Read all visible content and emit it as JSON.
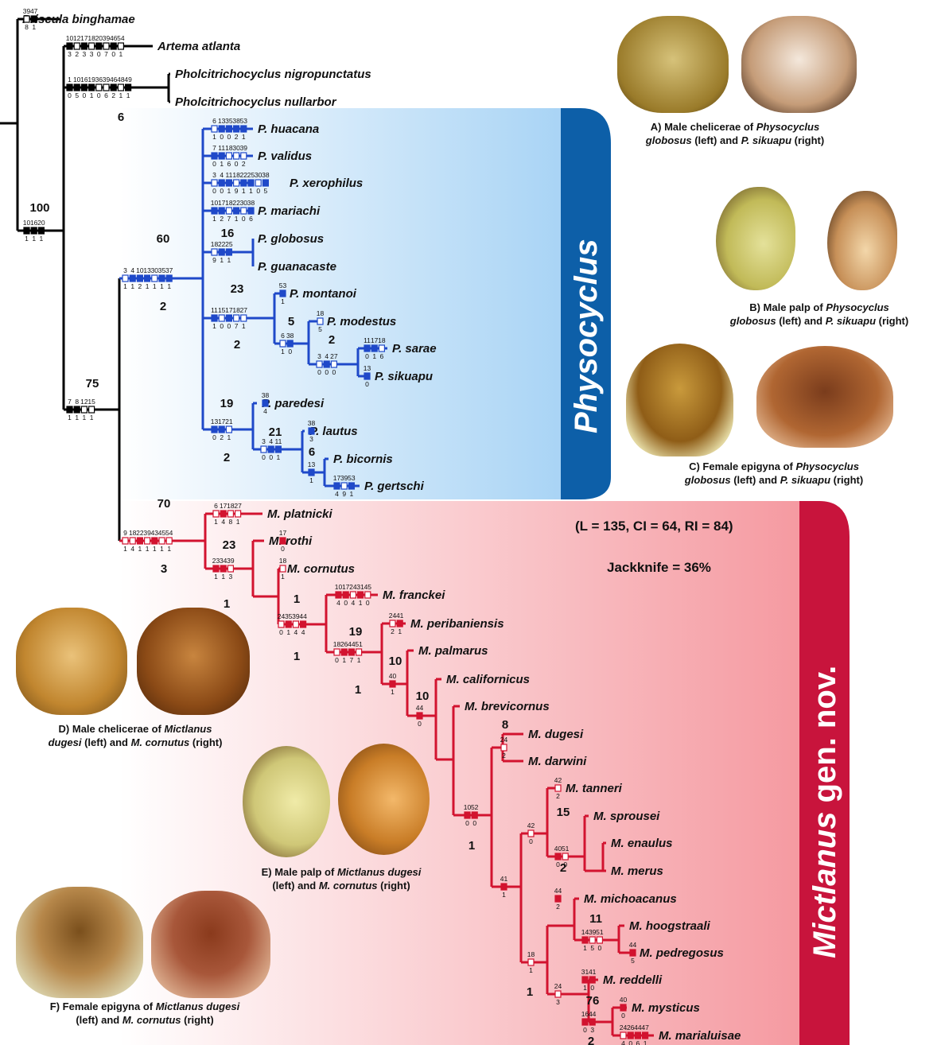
{
  "clades": {
    "physocyclus": {
      "genus": "Physocyclus",
      "suffix": ""
    },
    "mictlanus": {
      "genus": "Mictlanus",
      "suffix": " gen. nov."
    }
  },
  "stats": {
    "tree": "(L = 135, CI = 64, RI = 84)",
    "jackknife": "Jackknife = 36%"
  },
  "captions": {
    "a": {
      "l1_pre": "A) Male chelicerae of ",
      "l1_it": "Physocyclus",
      "l2_it1": "globosus",
      "l2_mid": " (left) and ",
      "l2_it2": "P. sikuapu",
      "l2_post": " (right)"
    },
    "b": {
      "l1_pre": "B) Male palp of ",
      "l1_it": "Physocyclus",
      "l2_it1": "globosus",
      "l2_mid": " (left) and ",
      "l2_it2": "P. sikuapu",
      "l2_post": " (right)"
    },
    "c": {
      "l1_pre": "C) Female epigyna of ",
      "l1_it": "Physocyclus",
      "l2_it1": "globosus",
      "l2_mid": " (left) and ",
      "l2_it2": "P. sikuapu",
      "l2_post": " (right)"
    },
    "d": {
      "l1_pre": "D) Male chelicerae of ",
      "l1_it": "Mictlanus",
      "l2_it1": "dugesi",
      "l2_mid": " (left) and ",
      "l2_it2": "M. cornutus",
      "l2_post": " (right)"
    },
    "e": {
      "l1_pre": "E) Male palp of ",
      "l1_it": "Mictlanus dugesi",
      "l2_it1": "",
      "l2_mid": "(left) and ",
      "l2_it2": "M. cornutus",
      "l2_post": " (right)"
    },
    "f": {
      "l1_pre": "F) Female epigyna of ",
      "l1_it": "Mictlanus dugesi",
      "l2_it1": "",
      "l2_mid": "(left) and ",
      "l2_it2": "M. cornutus",
      "l2_post": " (right)"
    }
  },
  "taxa": [
    {
      "name": "Priscula binghamae",
      "group": "out"
    },
    {
      "name": "Artema atlanta",
      "group": "out"
    },
    {
      "name": "Pholcitrichocyclus nigropunctatus",
      "group": "out"
    },
    {
      "name": "Pholcitrichocyclus nullarbor",
      "group": "out"
    },
    {
      "name": "P. huacana",
      "group": "phy"
    },
    {
      "name": "P. validus",
      "group": "phy"
    },
    {
      "name": "P. xerophilus",
      "group": "phy"
    },
    {
      "name": "P. mariachi",
      "group": "phy"
    },
    {
      "name": "P. globosus",
      "group": "phy"
    },
    {
      "name": "P. guanacaste",
      "group": "phy"
    },
    {
      "name": "P. montanoi",
      "group": "phy"
    },
    {
      "name": "P. modestus",
      "group": "phy"
    },
    {
      "name": "P. sarae",
      "group": "phy"
    },
    {
      "name": "P. sikuapu",
      "group": "phy"
    },
    {
      "name": "P. paredesi",
      "group": "phy"
    },
    {
      "name": "P. lautus",
      "group": "phy"
    },
    {
      "name": "P. bicornis",
      "group": "phy"
    },
    {
      "name": "P. gertschi",
      "group": "phy"
    },
    {
      "name": "M. platnicki",
      "group": "mic"
    },
    {
      "name": "M. rothi",
      "group": "mic"
    },
    {
      "name": "M. cornutus",
      "group": "mic"
    },
    {
      "name": "M. franckei",
      "group": "mic"
    },
    {
      "name": "M. peribaniensis",
      "group": "mic"
    },
    {
      "name": "M. palmarus",
      "group": "mic"
    },
    {
      "name": "M. californicus",
      "group": "mic"
    },
    {
      "name": "M. brevicornus",
      "group": "mic"
    },
    {
      "name": "M. dugesi",
      "group": "mic"
    },
    {
      "name": "M. darwini",
      "group": "mic"
    },
    {
      "name": "M. tanneri",
      "group": "mic"
    },
    {
      "name": "M. sprousei",
      "group": "mic"
    },
    {
      "name": "M. enaulus",
      "group": "mic"
    },
    {
      "name": "M. merus",
      "group": "mic"
    },
    {
      "name": "M. michoacanus",
      "group": "mic"
    },
    {
      "name": "M. hoogstraali",
      "group": "mic"
    },
    {
      "name": "M. pedregosus",
      "group": "mic"
    },
    {
      "name": "M. reddelli",
      "group": "mic"
    },
    {
      "name": "M. mysticus",
      "group": "mic"
    },
    {
      "name": "M. marialuisae",
      "group": "mic"
    }
  ],
  "character_sets": [
    {
      "chars": [
        "39",
        "47"
      ],
      "states": [
        "8",
        "1"
      ]
    },
    {
      "chars": [
        "10",
        "12",
        "17",
        "18",
        "20",
        "39",
        "46",
        "54"
      ],
      "states": [
        "3",
        "2",
        "3",
        "3",
        "0",
        "7",
        "0",
        "1"
      ]
    },
    {
      "chars": [
        "1",
        "10",
        "16",
        "19",
        "36",
        "39",
        "46",
        "48",
        "49"
      ],
      "states": [
        "0",
        "5",
        "0",
        "1",
        "0",
        "6",
        "2",
        "1",
        "1"
      ]
    },
    {
      "chars": [
        "10",
        "16",
        "20"
      ],
      "states": [
        "1",
        "1",
        "1"
      ]
    },
    {
      "chars": [
        "7",
        "8",
        "12",
        "15"
      ],
      "states": [
        "1",
        "1",
        "1",
        "1"
      ]
    },
    {
      "chars": [
        "3",
        "4",
        "10",
        "13",
        "30",
        "35",
        "37"
      ],
      "states": [
        "1",
        "1",
        "2",
        "1",
        "1",
        "1",
        "1"
      ]
    },
    {
      "chars": [
        "6",
        "13",
        "35",
        "38",
        "53"
      ],
      "states": [
        "1",
        "0",
        "0",
        "2",
        "1"
      ]
    },
    {
      "chars": [
        "7",
        "11",
        "18",
        "30",
        "39"
      ],
      "states": [
        "0",
        "1",
        "6",
        "0",
        "2"
      ]
    },
    {
      "chars": [
        "3",
        "4",
        "11",
        "18",
        "22",
        "25",
        "30",
        "38"
      ],
      "states": [
        "0",
        "0",
        "1",
        "9",
        "1",
        "1",
        "0",
        "5"
      ]
    },
    {
      "chars": [
        "10",
        "17",
        "18",
        "22",
        "30",
        "38"
      ],
      "states": [
        "1",
        "2",
        "7",
        "1",
        "0",
        "6"
      ]
    },
    {
      "chars": [
        "18",
        "22",
        "25"
      ],
      "states": [
        "9",
        "1",
        "1"
      ]
    },
    {
      "chars": [
        "11",
        "15",
        "17",
        "18",
        "27"
      ],
      "states": [
        "1",
        "0",
        "0",
        "7",
        "1"
      ]
    },
    {
      "chars": [
        "53"
      ],
      "states": [
        "1"
      ]
    },
    {
      "chars": [
        "6",
        "38"
      ],
      "states": [
        "1",
        "0"
      ]
    },
    {
      "chars": [
        "18"
      ],
      "states": [
        "5"
      ]
    },
    {
      "chars": [
        "3",
        "4",
        "27"
      ],
      "states": [
        "0",
        "0",
        "0"
      ]
    },
    {
      "chars": [
        "11",
        "17",
        "18"
      ],
      "states": [
        "0",
        "1",
        "6"
      ]
    },
    {
      "chars": [
        "13"
      ],
      "states": [
        "0"
      ]
    },
    {
      "chars": [
        "13",
        "17",
        "21"
      ],
      "states": [
        "0",
        "2",
        "1"
      ]
    },
    {
      "chars": [
        "38"
      ],
      "states": [
        "4"
      ]
    },
    {
      "chars": [
        "3",
        "4",
        "11"
      ],
      "states": [
        "0",
        "0",
        "1"
      ]
    },
    {
      "chars": [
        "38"
      ],
      "states": [
        "3"
      ]
    },
    {
      "chars": [
        "13"
      ],
      "states": [
        "1"
      ]
    },
    {
      "chars": [
        "17",
        "39",
        "53"
      ],
      "states": [
        "4",
        "9",
        "1"
      ]
    },
    {
      "chars": [
        "9",
        "18",
        "22",
        "39",
        "43",
        "45",
        "54"
      ],
      "states": [
        "1",
        "4",
        "1",
        "1",
        "1",
        "1",
        "1"
      ]
    },
    {
      "chars": [
        "6",
        "17",
        "18",
        "27"
      ],
      "states": [
        "1",
        "4",
        "8",
        "1"
      ]
    },
    {
      "chars": [
        "17"
      ],
      "states": [
        "0"
      ]
    },
    {
      "chars": [
        "23",
        "34",
        "39"
      ],
      "states": [
        "1",
        "1",
        "3"
      ]
    },
    {
      "chars": [
        "18"
      ],
      "states": [
        "1"
      ]
    },
    {
      "chars": [
        "24",
        "35",
        "39",
        "44"
      ],
      "states": [
        "0",
        "1",
        "4",
        "4"
      ]
    },
    {
      "chars": [
        "10",
        "17",
        "24",
        "31",
        "45"
      ],
      "states": [
        "4",
        "0",
        "4",
        "1",
        "0"
      ]
    },
    {
      "chars": [
        "18",
        "26",
        "44",
        "51"
      ],
      "states": [
        "0",
        "1",
        "7",
        "1"
      ]
    },
    {
      "chars": [
        "24",
        "41"
      ],
      "states": [
        "2",
        "1"
      ]
    },
    {
      "chars": [
        "40"
      ],
      "states": [
        "1"
      ]
    },
    {
      "chars": [
        "44"
      ],
      "states": [
        "0"
      ]
    },
    {
      "chars": [
        "10",
        "52"
      ],
      "states": [
        "0",
        "0"
      ]
    },
    {
      "chars": [
        "24"
      ],
      "states": [
        "2"
      ]
    },
    {
      "chars": [
        "42"
      ],
      "states": [
        "0"
      ]
    },
    {
      "chars": [
        "42"
      ],
      "states": [
        "2"
      ]
    },
    {
      "chars": [
        "40",
        "51"
      ],
      "states": [
        "0",
        "0"
      ]
    },
    {
      "chars": [
        "41"
      ],
      "states": [
        "1"
      ]
    },
    {
      "chars": [
        "44"
      ],
      "states": [
        "2"
      ]
    },
    {
      "chars": [
        "18"
      ],
      "states": [
        "1"
      ]
    },
    {
      "chars": [
        "14",
        "39",
        "51"
      ],
      "states": [
        "1",
        "5",
        "0"
      ]
    },
    {
      "chars": [
        "44"
      ],
      "states": [
        "5"
      ]
    },
    {
      "chars": [
        "24"
      ],
      "states": [
        "3"
      ]
    },
    {
      "chars": [
        "31",
        "41"
      ],
      "states": [
        "1",
        "0"
      ]
    },
    {
      "chars": [
        "16",
        "44"
      ],
      "states": [
        "0",
        "3"
      ]
    },
    {
      "chars": [
        "40"
      ],
      "states": [
        "0"
      ]
    },
    {
      "chars": [
        "24",
        "26",
        "44",
        "47"
      ],
      "states": [
        "4",
        "0",
        "6",
        "1"
      ]
    }
  ],
  "support_values": {
    "root": "100",
    "pholcitrichocyclus": "6",
    "physocyclus": "60",
    "physocyclus_b": "2",
    "glob_guan": "16",
    "mont_group": "23",
    "mont_group_b": "2",
    "modestus_group": "5",
    "sarae_sikuapu": "2",
    "ingroup": "75",
    "paredesi_group": "19",
    "paredesi_group_b": "2",
    "lautus_group": "21",
    "bicornis_gertschi": "6",
    "mictlanus": "70",
    "mictlanus_b": "3",
    "rothi_clade": "23",
    "rothi_clade_b": "1",
    "cornutus_node": "1",
    "franckei_node": "1",
    "franckei_node_b": "19",
    "peri_node": "10",
    "peri_node_b": "1",
    "palmarus_node": "10",
    "dugesi_darwini": "8",
    "brev_node": "1",
    "tanneri_group": "15",
    "tanneri_group_b": "2",
    "sprousei_node": "11",
    "reddelli_group": "76",
    "michoacanus_group": "1",
    "mysticus_node": "2"
  },
  "colors": {
    "outgroup": "#000000",
    "physocyclus": "#1f49c9",
    "physocyclus_tab": "#0d5fa8",
    "mictlanus": "#d2132f",
    "mictlanus_tab": "#c8143c",
    "physocyclus_panel": "#bfe0f8",
    "mictlanus_panel": "#f7b9bd"
  }
}
